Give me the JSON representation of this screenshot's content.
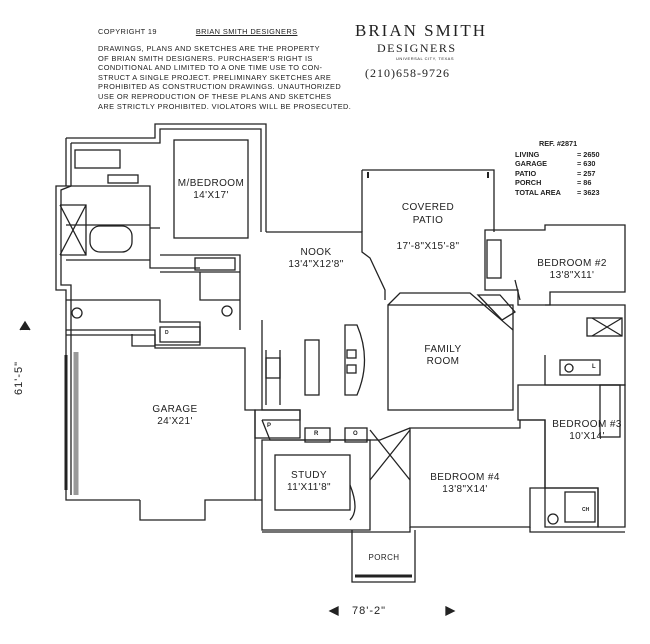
{
  "copyright": {
    "left": "COPYRIGHT 19",
    "right": "BRIAN  SMITH DESIGNERS"
  },
  "notice": [
    "DRAWINGS, PLANS AND SKETCHES ARE THE PROPERTY",
    "OF BRIAN SMITH DESIGNERS.  PURCHASER'S RIGHT IS",
    "CONDITIONAL AND LIMITED TO A ONE TIME USE TO CON-",
    "STRUCT A SINGLE PROJECT.  PRELIMINARY SKETCHES ARE",
    "PROHIBITED AS CONSTRUCTION DRAWINGS.  UNAUTHORIZED",
    "USE OR REPRODUCTION OF THESE PLANS AND SKETCHES",
    "ARE STRICTLY PROHIBITED.  VIOLATORS WILL BE PROSECUTED."
  ],
  "brand": {
    "name": "BRIAN SMITH",
    "sub": "DESIGNERS",
    "location": "UNIVERSAL CITY, TEXAS",
    "phone": "(210)658-9726"
  },
  "ref": "REF. #2871",
  "areas": [
    {
      "label": "LIVING",
      "value": "= 2650"
    },
    {
      "label": "GARAGE",
      "value": "=  630"
    },
    {
      "label": "PATIO",
      "value": "=  257"
    },
    {
      "label": "PORCH",
      "value": "=   86"
    },
    {
      "label": "TOTAL AREA",
      "value": "= 3623"
    }
  ],
  "rooms": {
    "master": {
      "name": "M/BEDROOM",
      "size": "14'X17'"
    },
    "patio": {
      "name": "COVERED\nPATIO",
      "size": "17'-8\"X15'-8\""
    },
    "nook": {
      "name": "NOOK",
      "size": "13'4\"X12'8\""
    },
    "bed2": {
      "name": "BEDROOM #2",
      "size": "13'8\"X11'"
    },
    "family": {
      "name": "FAMILY\nROOM"
    },
    "garage": {
      "name": "GARAGE",
      "size": "24'X21'"
    },
    "bed3": {
      "name": "BEDROOM #3",
      "size": "10'X14'"
    },
    "study": {
      "name": "STUDY",
      "size": "11'X11'8\""
    },
    "bed4": {
      "name": "BEDROOM #4",
      "size": "13'8\"X14'"
    },
    "porch": {
      "name": "PORCH"
    }
  },
  "dims": {
    "depth": "61'-5\"",
    "width": "78'-2\""
  },
  "fixture_labels": {
    "pantry": "P",
    "refrigerator": "R",
    "oven": "O",
    "laundry_l": "L",
    "laundry_d": "D",
    "ch": "CH"
  }
}
